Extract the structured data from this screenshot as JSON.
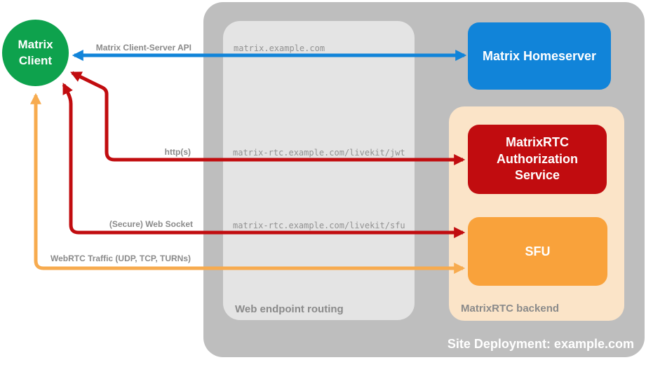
{
  "colors": {
    "green": "#0EA24D",
    "blue": "#1184D9",
    "red": "#C10C0F",
    "orange": "#F9A23B",
    "orangeArrow": "#F7AB4F",
    "peach": "#FBE4C8",
    "outerGray": "#BEBEBE",
    "innerGray": "#E4E4E4",
    "labelGray": "#8A8A8A",
    "monoGray": "#929292",
    "boxText": "#FFFFFF"
  },
  "client": {
    "label": "Matrix Client"
  },
  "deployment": {
    "label": "Site Deployment: example.com",
    "homeserver": {
      "label": "Matrix Homeserver"
    },
    "routing": {
      "label": "Web endpoint routing",
      "endpoints": [
        "matrix.example.com",
        "matrix-rtc.example.com/livekit/jwt",
        "matrix-rtc.example.com/livekit/sfu"
      ]
    },
    "backend": {
      "label": "MatrixRTC backend",
      "auth": {
        "label": "MatrixRTC Authorization Service"
      },
      "sfu": {
        "label": "SFU"
      }
    }
  },
  "connections": [
    {
      "label": "Matrix Client-Server API",
      "color": "blue",
      "from": "Matrix Client",
      "to": "Matrix Homeserver",
      "bidirectional": true
    },
    {
      "label": "http(s)",
      "color": "red",
      "from": "Matrix Client",
      "to": "MatrixRTC Authorization Service",
      "bidirectional": true
    },
    {
      "label": "(Secure) Web Socket",
      "color": "red",
      "from": "Matrix Client",
      "to": "SFU",
      "bidirectional": true
    },
    {
      "label": "WebRTC Traffic (UDP, TCP, TURNs)",
      "color": "orange",
      "from": "Matrix Client",
      "to": "SFU",
      "bidirectional": true
    }
  ]
}
